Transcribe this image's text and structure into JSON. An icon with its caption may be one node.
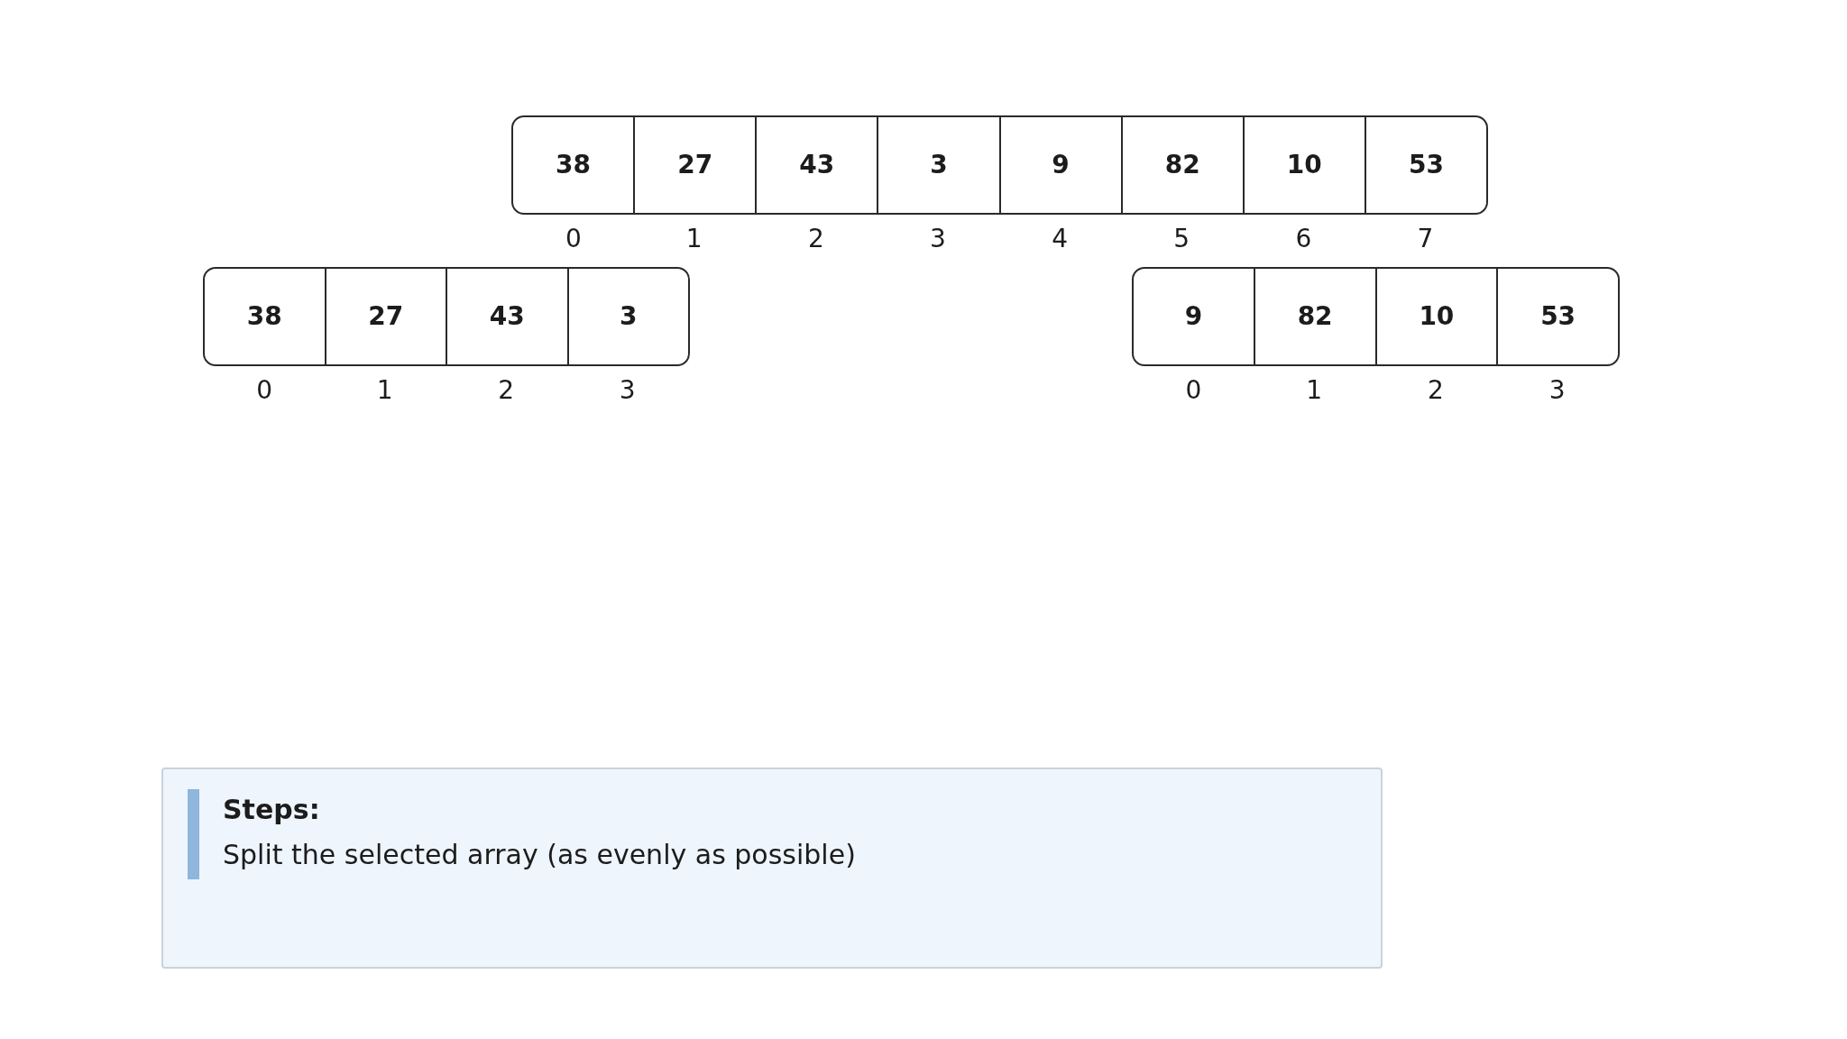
{
  "diagram": {
    "nodes": [
      {
        "text": [],
        "shape": "box"
      },
      {
        "text": [
          "38"
        ],
        "in": 0
      },
      {
        "text": [
          "27"
        ],
        "in": 0,
        "beside": [
          "1"
        ]
      },
      {
        "text": [
          "43"
        ],
        "in": 0,
        "beside": [
          "2"
        ]
      },
      {
        "text": [
          "3"
        ],
        "in": 0,
        "beside": [
          "3"
        ]
      },
      {
        "text": [
          "9"
        ],
        "in": 0,
        "beside": [
          "4"
        ]
      },
      {
        "text": [
          "82"
        ],
        "in": 0,
        "beside": [
          "5"
        ]
      },
      {
        "text": [
          "10"
        ],
        "in": 0,
        "beside": [
          "6"
        ]
      },
      {
        "text": [
          "53"
        ],
        "in": 0,
        "beside": [
          "7"
        ]
      },
      {
        "text": [],
        "shape": "box"
      },
      {
        "text": [
          "38"
        ],
        "in": 9,
        "beside": [
          "0"
        ]
      },
      {
        "text": [
          "27"
        ],
        "in": 9,
        "beside": [
          "1"
        ]
      },
      {
        "text": [
          "43"
        ],
        "in": 9,
        "beside": [
          "2"
        ]
      },
      {
        "text": [
          "3"
        ],
        "in": 9,
        "beside": [
          "3"
        ]
      },
      {
        "text": [],
        "shape": "box"
      },
      {
        "text": [
          "9"
        ],
        "in": 14,
        "beside": [
          "0"
        ]
      },
      {
        "text": [
          "82"
        ],
        "in": 14,
        "beside": [
          "1"
        ]
      },
      {
        "text": [
          "10"
        ],
        "in": 14,
        "beside": [
          "2"
        ]
      },
      {
        "text": [
          "53"
        ],
        "in": 14,
        "beside": [
          "3"
        ]
      },
      {
        "text": [
          "Steps:",
          "Split the selected array (as evenly as possible)"
        ]
      }
    ],
    "labels": [
      "0"
    ]
  }
}
